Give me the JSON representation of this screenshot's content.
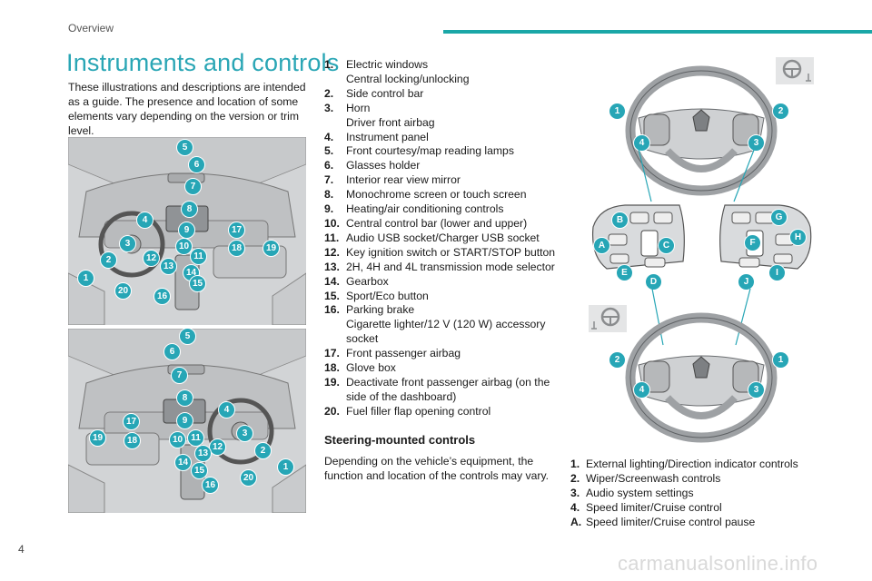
{
  "header": {
    "section": "Overview"
  },
  "page_title": "Instruments and controls",
  "intro": "These illustrations and descriptions are intended as a guide. The presence and location of some elements vary depending on the version or trim level.",
  "legend": [
    {
      "num": "1.",
      "text": "Electric windows"
    },
    {
      "num": "",
      "text": "Central locking/unlocking"
    },
    {
      "num": "2.",
      "text": "Side control bar"
    },
    {
      "num": "3.",
      "text": "Horn"
    },
    {
      "num": "",
      "text": "Driver front airbag"
    },
    {
      "num": "4.",
      "text": "Instrument panel"
    },
    {
      "num": "5.",
      "text": "Front courtesy/map reading lamps"
    },
    {
      "num": "6.",
      "text": "Glasses holder"
    },
    {
      "num": "7.",
      "text": "Interior rear view mirror"
    },
    {
      "num": "8.",
      "text": "Monochrome screen or touch screen"
    },
    {
      "num": "9.",
      "text": "Heating/air conditioning controls"
    },
    {
      "num": "10.",
      "text": "Central control bar (lower and upper)"
    },
    {
      "num": "11.",
      "text": "Audio USB socket/Charger USB socket"
    },
    {
      "num": "12.",
      "text": "Key ignition switch or START/STOP button"
    },
    {
      "num": "13.",
      "text": "2H, 4H and 4L transmission mode selector"
    },
    {
      "num": "14.",
      "text": "Gearbox"
    },
    {
      "num": "15.",
      "text": "Sport/Eco button"
    },
    {
      "num": "16.",
      "text": "Parking brake"
    },
    {
      "num": "",
      "text": "Cigarette lighter/12 V (120 W) accessory socket"
    },
    {
      "num": "17.",
      "text": "Front passenger airbag"
    },
    {
      "num": "18.",
      "text": "Glove box"
    },
    {
      "num": "19.",
      "text": "Deactivate front passenger airbag (on the side of the dashboard)"
    },
    {
      "num": "20.",
      "text": "Fuel filler flap opening control"
    }
  ],
  "steering": {
    "heading": "Steering-mounted controls",
    "intro": "Depending on the vehicle’s equipment, the function and location of the controls may vary.",
    "legend": [
      {
        "num": "1.",
        "text": "External lighting/Direction indicator controls"
      },
      {
        "num": "2.",
        "text": "Wiper/Screenwash controls"
      },
      {
        "num": "3.",
        "text": "Audio system settings"
      },
      {
        "num": "4.",
        "text": "Speed limiter/Cruise control"
      },
      {
        "num": "A.",
        "text": "Speed limiter/Cruise control pause"
      }
    ]
  },
  "wheel_top_callouts": [
    "1",
    "2",
    "3",
    "4"
  ],
  "wheel_detail_callouts": [
    "A",
    "B",
    "C",
    "D",
    "E",
    "F",
    "G",
    "H",
    "I",
    "J"
  ],
  "wheel_bottom_callouts": [
    "1",
    "2",
    "3",
    "4"
  ],
  "illus1_callouts": [
    "5",
    "6",
    "7",
    "8",
    "4",
    "9",
    "17",
    "3",
    "10",
    "11",
    "18",
    "19",
    "2",
    "12",
    "13",
    "14",
    "1",
    "15",
    "20",
    "16"
  ],
  "illus2_callouts": [
    "5",
    "6",
    "7",
    "8",
    "4",
    "9",
    "17",
    "19",
    "18",
    "10",
    "11",
    "3",
    "12",
    "13",
    "2",
    "14",
    "1",
    "15",
    "20",
    "16"
  ],
  "page_number": "4",
  "watermark": "carmanualsonline.info",
  "colors": {
    "accent": "#27a6b6",
    "title": "#2aa6b5",
    "bar": "#1aa7a7"
  }
}
